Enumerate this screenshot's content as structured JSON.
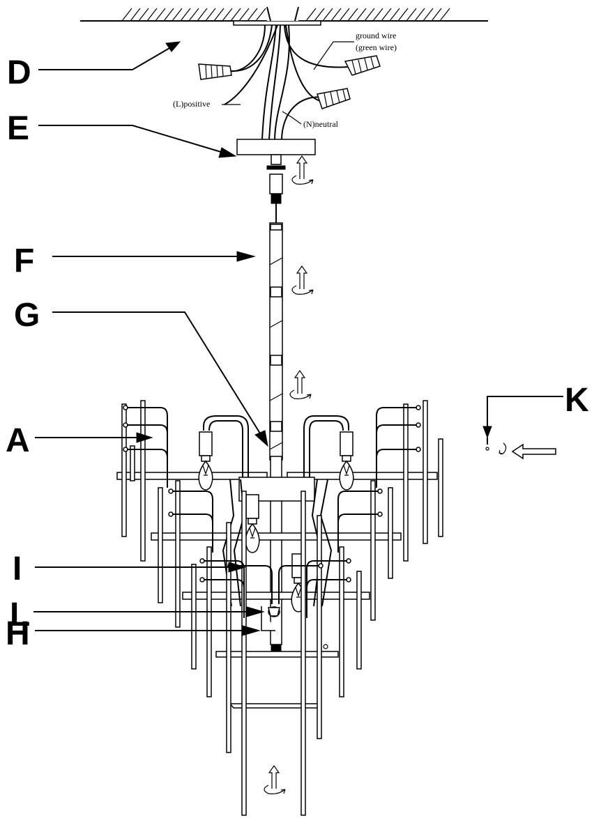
{
  "labels": {
    "D": "D",
    "E": "E",
    "F": "F",
    "G": "G",
    "A": "A",
    "K": "K",
    "H": "H",
    "I": "I",
    "L": "L"
  },
  "wire_labels": {
    "ground_line1": "ground wire",
    "ground_line2": "(green wire)",
    "positive": "(L)positive",
    "neutral": "(N)neutral"
  },
  "icons": {
    "rotate": "rotate-arrow-icon",
    "install_arrow": "arrow-left-icon"
  }
}
